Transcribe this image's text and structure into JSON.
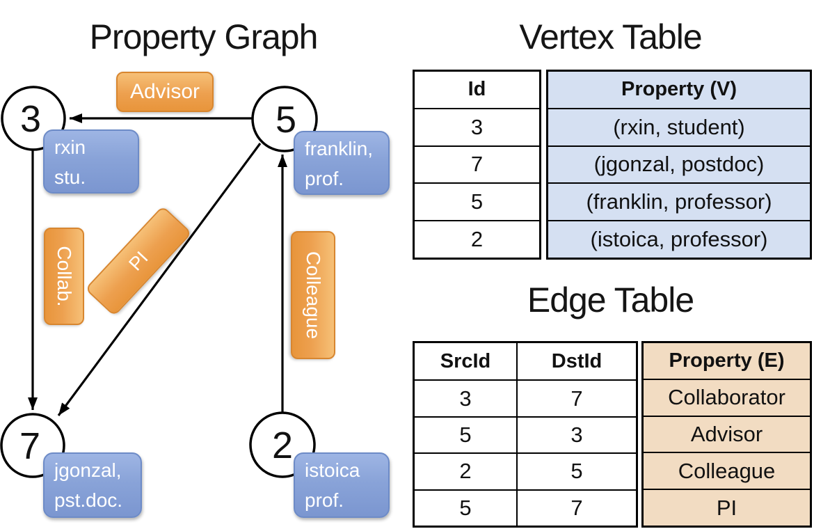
{
  "graph": {
    "title": "Property Graph",
    "nodes": [
      {
        "id": "3",
        "prop_line1": "rxin",
        "prop_line2": "stu."
      },
      {
        "id": "5",
        "prop_line1": "franklin,",
        "prop_line2": "prof."
      },
      {
        "id": "7",
        "prop_line1": "jgonzal,",
        "prop_line2": "pst.doc."
      },
      {
        "id": "2",
        "prop_line1": "istoica",
        "prop_line2": "prof."
      }
    ],
    "edge_labels": {
      "advisor": "Advisor",
      "collab": "Collab.",
      "pi": "PI",
      "colleague": "Colleague"
    }
  },
  "vertex_table": {
    "title": "Vertex Table",
    "id_header": "Id",
    "property_header": "Property (V)",
    "rows": [
      {
        "id": "3",
        "property": "(rxin, student)"
      },
      {
        "id": "7",
        "property": "(jgonzal, postdoc)"
      },
      {
        "id": "5",
        "property": "(franklin, professor)"
      },
      {
        "id": "2",
        "property": "(istoica, professor)"
      }
    ]
  },
  "edge_table": {
    "title": "Edge Table",
    "src_header": "SrcId",
    "dst_header": "DstId",
    "property_header": "Property (E)",
    "rows": [
      {
        "src": "3",
        "dst": "7",
        "property": "Collaborator"
      },
      {
        "src": "5",
        "dst": "3",
        "property": "Advisor"
      },
      {
        "src": "2",
        "dst": "5",
        "property": "Colleague"
      },
      {
        "src": "5",
        "dst": "7",
        "property": "PI"
      }
    ]
  },
  "colors": {
    "vertex_property_fill": "#d5e0f2",
    "edge_property_fill": "#f2dcc2",
    "edge_label_orange": "#eda04f",
    "vertex_label_blue": "#89a3d8"
  }
}
